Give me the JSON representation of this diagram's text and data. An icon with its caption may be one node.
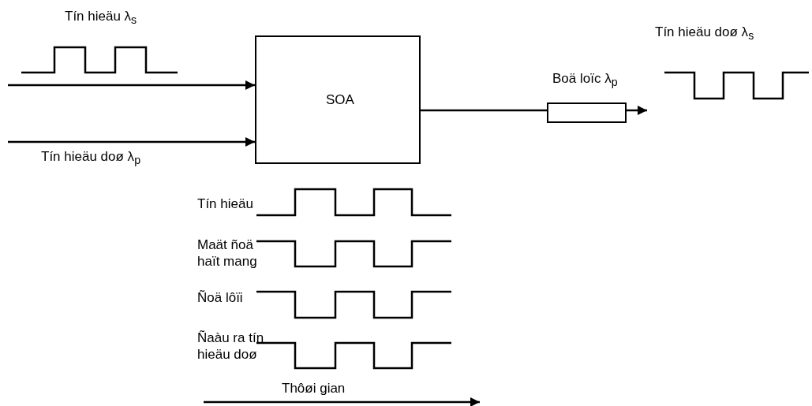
{
  "diagram": {
    "nodes": [
      {
        "text": [
          "SOA"
        ]
      },
      {
        "text": [
          "Boä loïc λ$_{p}$"
        ]
      }
    ],
    "edges": [
      {
        "from": null,
        "to": 0,
        "arrow": "to"
      },
      {
        "from": null,
        "to": 0,
        "arrow": "to"
      },
      {
        "from": 0,
        "to": 1,
        "arrow": "none"
      },
      {
        "from": 1,
        "to": null,
        "arrow": "to"
      }
    ],
    "labels": [
      "Tín hieäu λ$_{s}$",
      "Tín hieäu doø λ$_{p}$",
      "Tín hieäu doø λ$_{s}$",
      "Tín hieäu",
      "Maät ñoä haït mang",
      "Ñoä lôïi",
      "Ñaàu ra tín hieäu doø",
      "Thôøi gian"
    ]
  }
}
